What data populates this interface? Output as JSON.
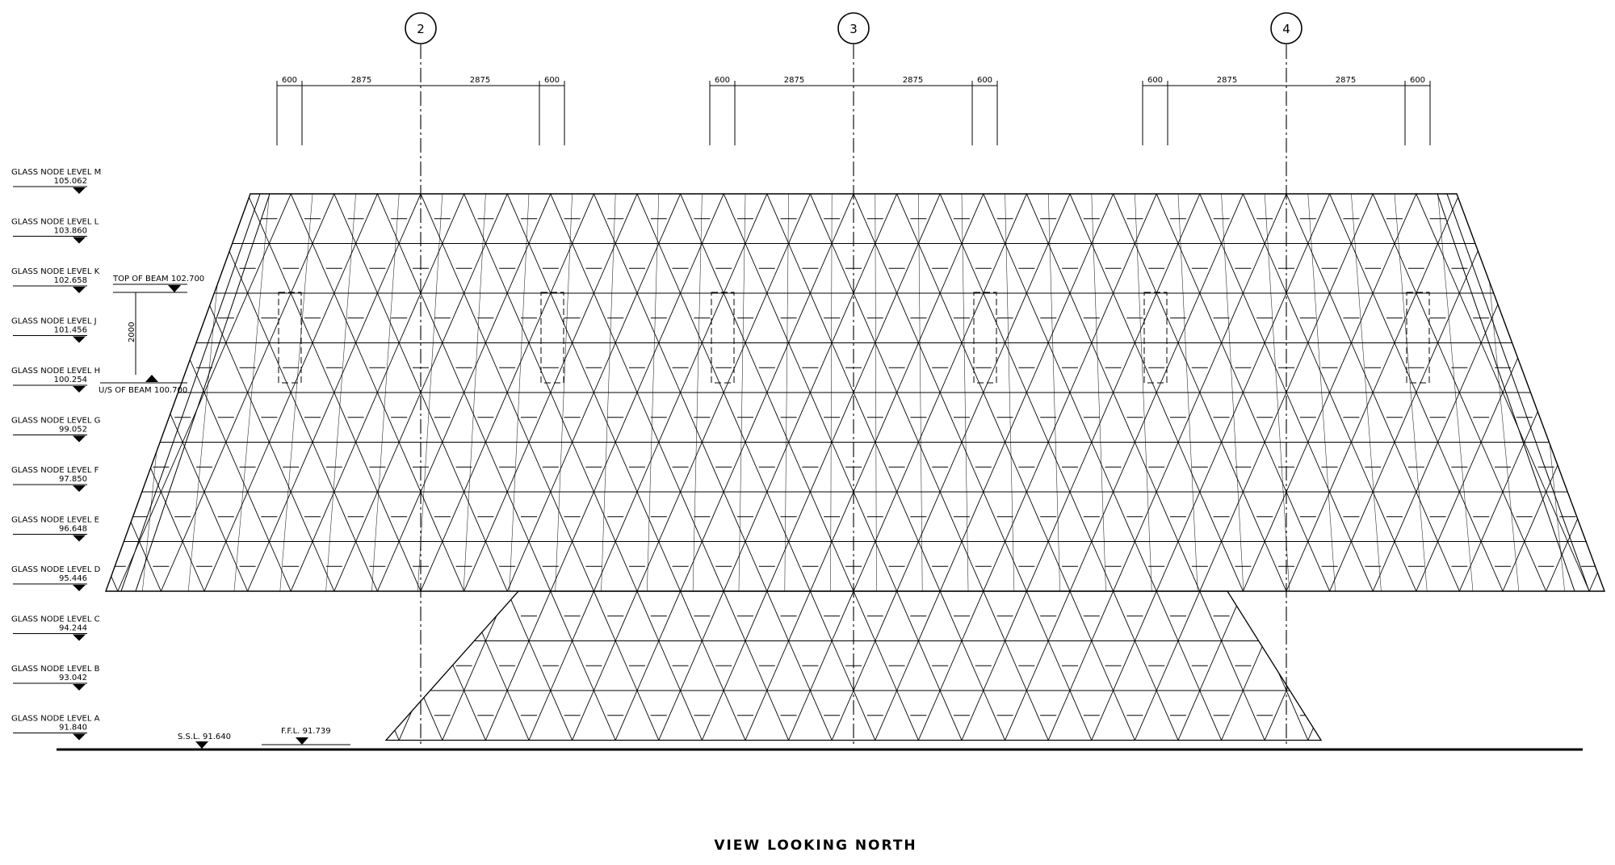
{
  "levels": [
    {
      "name": "GLASS NODE LEVEL M",
      "value": "105.062"
    },
    {
      "name": "GLASS NODE LEVEL L",
      "value": "103.860"
    },
    {
      "name": "GLASS NODE LEVEL K",
      "value": "102.658"
    },
    {
      "name": "GLASS NODE LEVEL J",
      "value": "101.456"
    },
    {
      "name": "GLASS NODE LEVEL H",
      "value": "100.254"
    },
    {
      "name": "GLASS NODE LEVEL G",
      "value": "99.052"
    },
    {
      "name": "GLASS NODE LEVEL F",
      "value": "97.850"
    },
    {
      "name": "GLASS NODE LEVEL E",
      "value": "96.648"
    },
    {
      "name": "GLASS NODE LEVEL D",
      "value": "95.446"
    },
    {
      "name": "GLASS NODE LEVEL C",
      "value": "94.244"
    },
    {
      "name": "GLASS NODE LEVEL B",
      "value": "93.042"
    },
    {
      "name": "GLASS NODE LEVEL A",
      "value": "91.840"
    }
  ],
  "grid_lines": [
    "2",
    "3",
    "4"
  ],
  "dimensions": [
    "600",
    "2875",
    "2875",
    "600"
  ],
  "beam": {
    "top_label": "TOP OF BEAM 102.700",
    "bottom_label": "U/S OF BEAM 100.700",
    "depth": "2000"
  },
  "ground": {
    "ssl": "S.S.L. 91.640",
    "ffl": "F.F.L. 91.739"
  },
  "title": "VIEW LOOKING NORTH"
}
